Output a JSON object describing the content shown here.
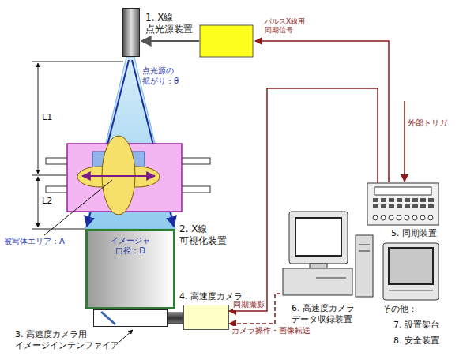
{
  "diagram": {
    "nodes": [
      {
        "text": [
          "1. X線 点光源装置"
        ]
      },
      {
        "text": [
          "イメージャ 口径：D",
          "2. X線 可視化装置"
        ]
      },
      {
        "text": [
          "3. 高速度カメラ用 イメージインテンファイア"
        ]
      },
      {
        "text": [
          "4. 高速度カメラ"
        ]
      },
      {
        "text": [
          "5. 同期装置"
        ]
      },
      {
        "text": [
          "6. 高速度カメラ データ収録装置"
        ]
      }
    ],
    "edges": [
      {
        "from": 4,
        "to": 3,
        "label": "同期撮影",
        "arrow": "to"
      },
      {
        "from": 5,
        "to": 3,
        "label": "カメラ操作・画像転送",
        "arrow": "to"
      }
    ],
    "labels": [
      "パルスX線用 同期信号",
      "外部トリガ",
      "点光源の 拡がり：θ",
      "L1",
      "L2",
      "被写体エリア：A",
      "その他：",
      "7. 設置架台",
      "8. 安全装置"
    ]
  }
}
